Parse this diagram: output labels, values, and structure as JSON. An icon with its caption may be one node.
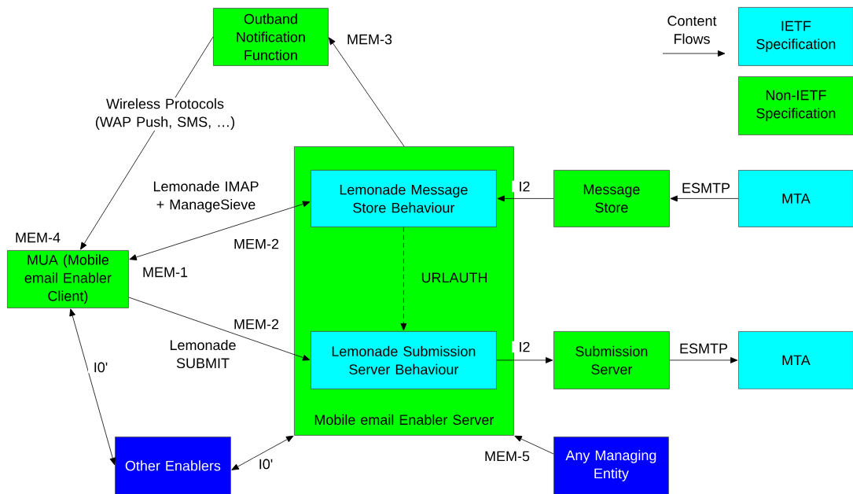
{
  "diagram": {
    "nodes": [
      {
        "text": [
          "Outband Notification Function"
        ]
      },
      {
        "text": [
          "Mobile email Enabler Server"
        ]
      },
      {
        "text": [
          "Lemonade Message Store Behaviour"
        ],
        "in": 1
      },
      {
        "text": [
          "Lemonade Submission Server Behaviour"
        ],
        "in": 1
      },
      {
        "text": [
          "MUA (Mobile email Enabler Client)"
        ]
      },
      {
        "text": [
          "Other Enablers"
        ]
      },
      {
        "text": [
          "Any Managing Entity"
        ]
      },
      {
        "text": [
          "Message Store"
        ]
      },
      {
        "text": [
          "Submission Server"
        ]
      },
      {
        "text": [
          "MTA"
        ]
      },
      {
        "text": [
          "MTA"
        ]
      }
    ],
    "edges": [
      {
        "from": 0,
        "to": 4,
        "arrow": "to",
        "label": "Wireless Protocols (WAP Push, SMS, …)"
      },
      {
        "from": 1,
        "to": 0,
        "arrow": "to",
        "label": "MEM-3"
      },
      {
        "from": 4,
        "to": 2,
        "arrow": "both",
        "label": "Lemonade IMAP + ManageSieve"
      },
      {
        "from": 4,
        "to": 3,
        "arrow": "to",
        "label": "Lemonade SUBMIT"
      },
      {
        "from": 2,
        "to": 3,
        "arrow": "to",
        "label": "URLAUTH",
        "style": "dashed"
      },
      {
        "from": 7,
        "to": 2,
        "arrow": "to",
        "label": "I2"
      },
      {
        "from": 9,
        "to": 7,
        "arrow": "to",
        "label": "ESMTP"
      },
      {
        "from": 3,
        "to": 8,
        "arrow": "to",
        "label": "I2"
      },
      {
        "from": 8,
        "to": 10,
        "arrow": "to",
        "label": "ESMTP"
      },
      {
        "from": 4,
        "to": 5,
        "arrow": "both",
        "label": "I0'"
      },
      {
        "from": 5,
        "to": 1,
        "arrow": "both",
        "label": "I0'"
      },
      {
        "from": 6,
        "to": 1,
        "arrow": "to",
        "label": "MEM-5"
      }
    ],
    "labels": [
      "MEM-4",
      "MEM-2",
      "MEM-1",
      "MEM-2"
    ],
    "legend": [
      {
        "text": "Content Flows"
      },
      {
        "text": "IETF Specification",
        "color": "#00ffff"
      },
      {
        "text": "Non-IETF Specification",
        "color": "#00ff00"
      }
    ]
  }
}
